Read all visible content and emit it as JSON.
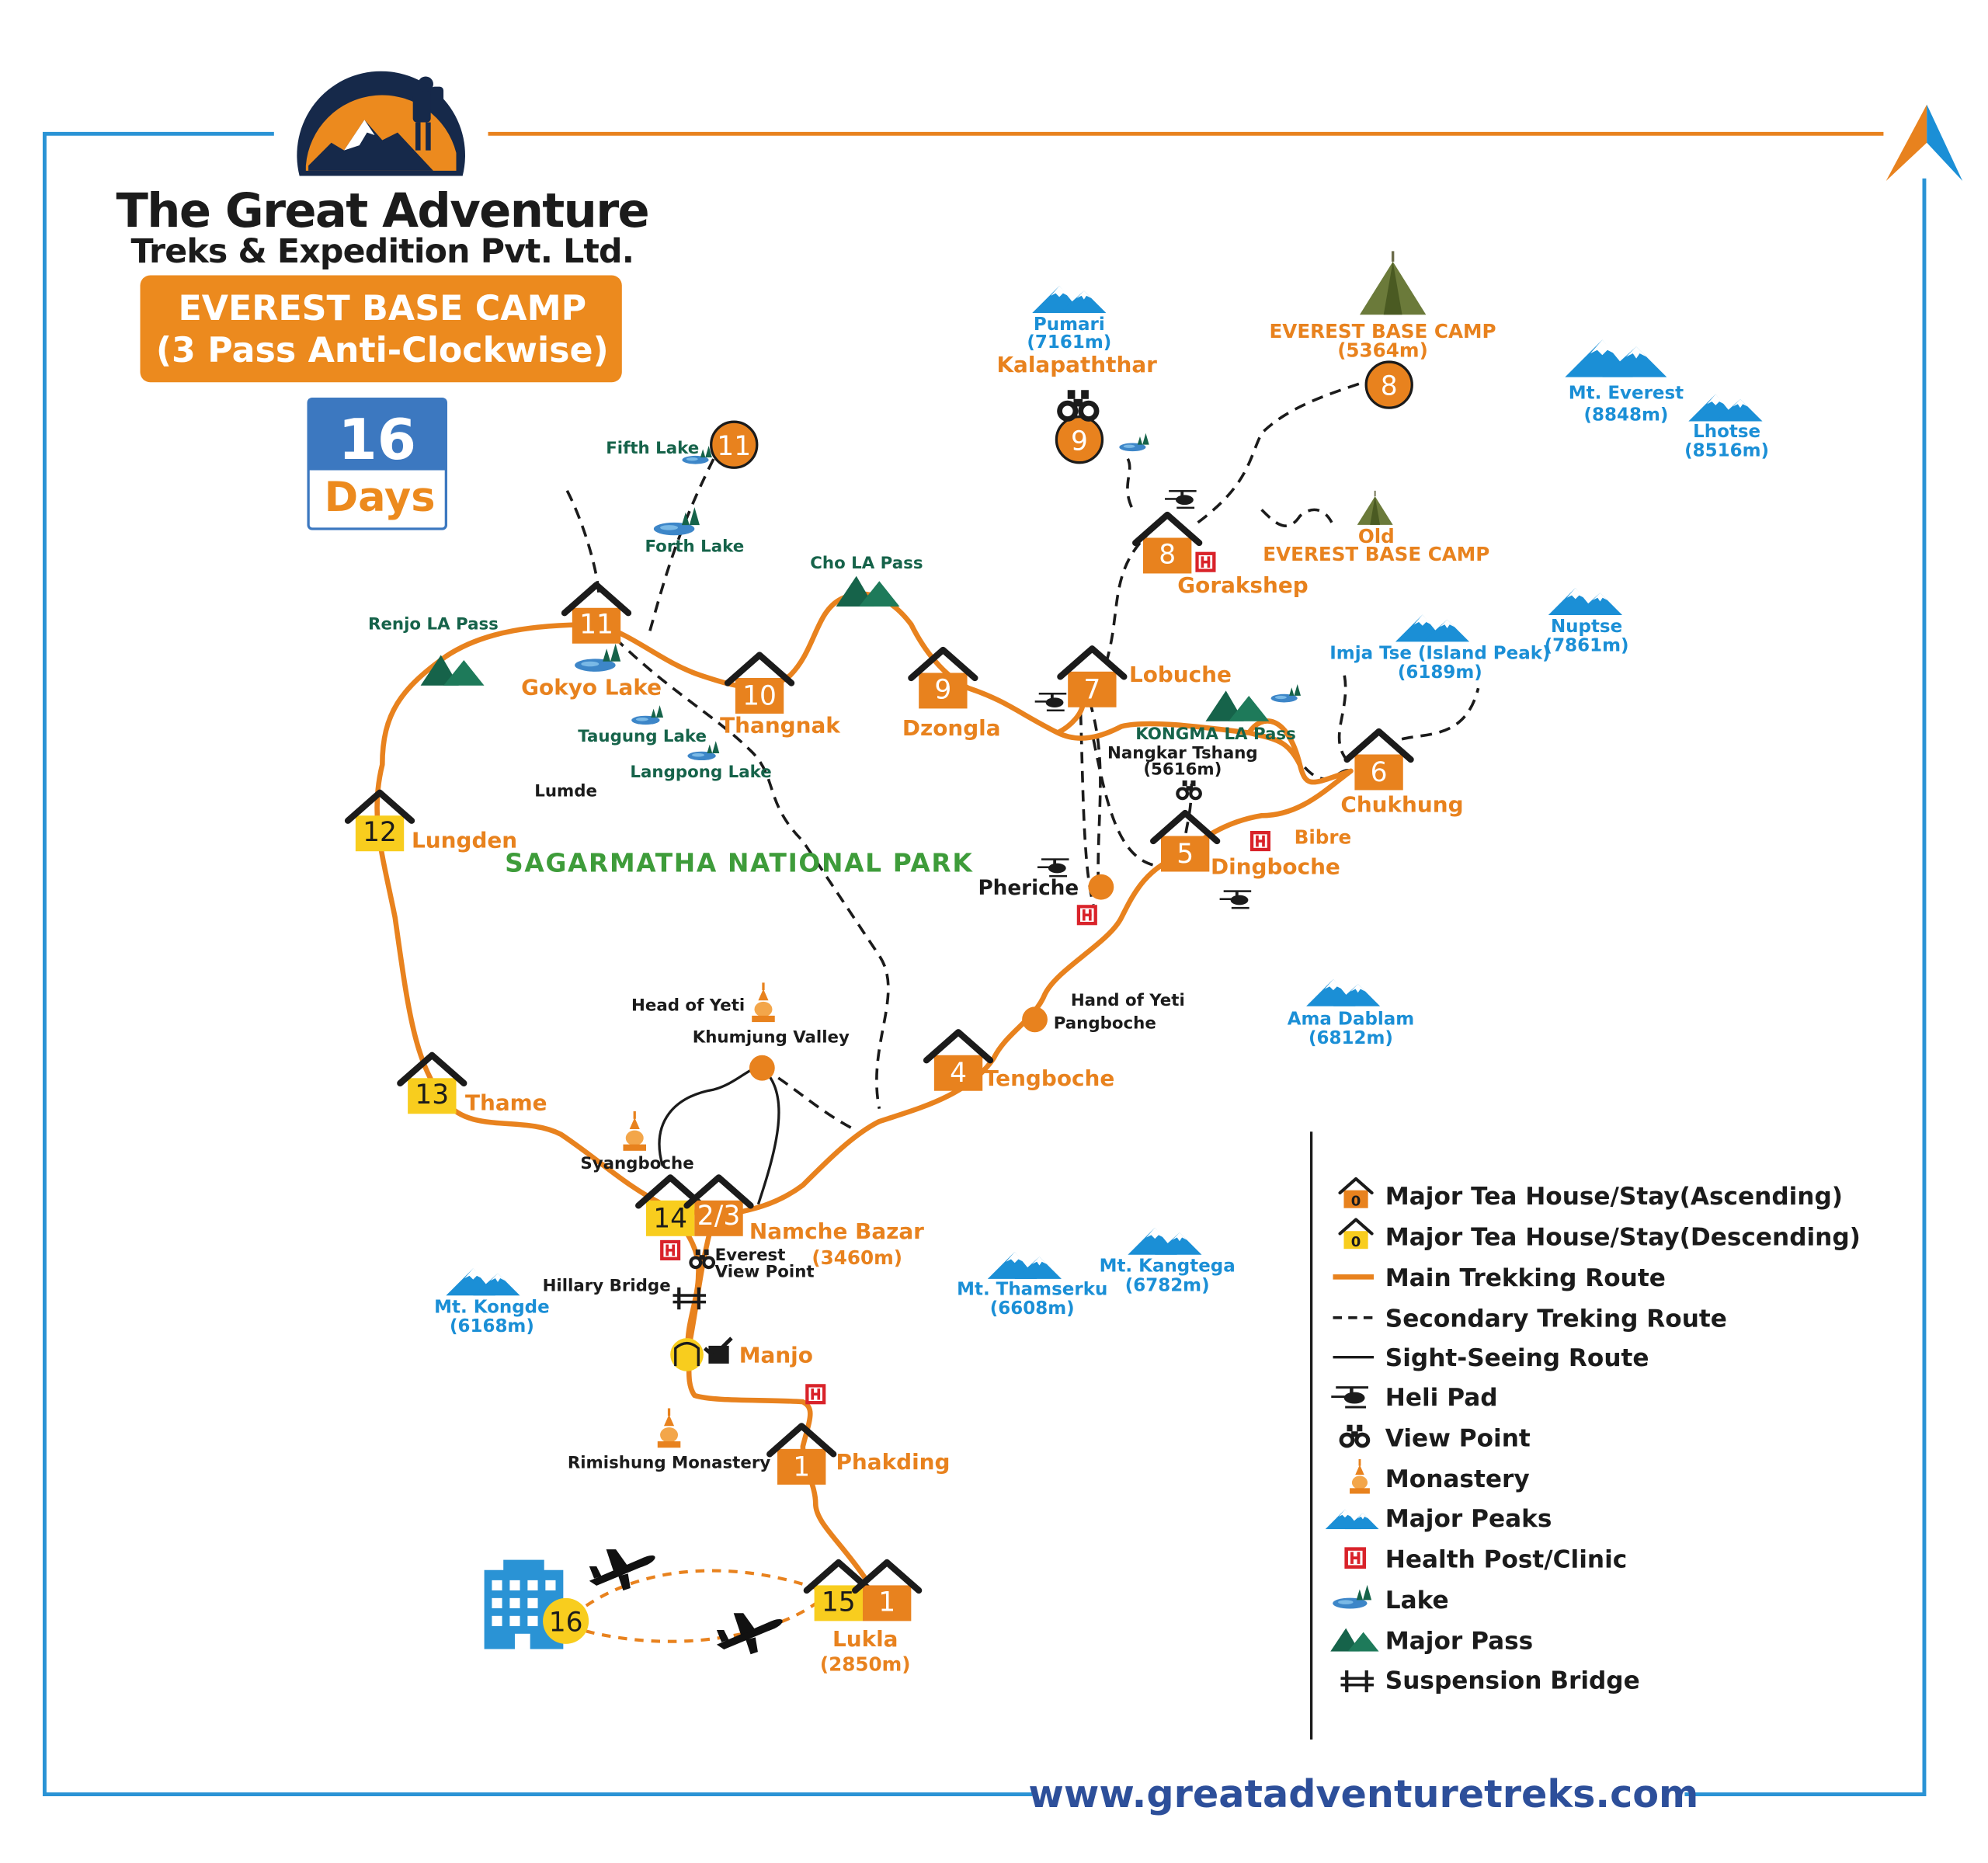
{
  "brand": {
    "name_line1": "The Great Adventure",
    "name_line2": "Treks & Expedition Pvt. Ltd.",
    "title_line1": "EVEREST BASE CAMP",
    "title_line2": "(3 Pass Anti-Clockwise)",
    "days_number": "16",
    "days_label": "Days",
    "website": "www.greatadventuretreks.com"
  },
  "colors": {
    "orange": "#e8821e",
    "yellow": "#f8cd1e",
    "blue": "#1b8fd6",
    "frame_blue": "#2a93d5",
    "green": "#16634a",
    "dark": "#1b1b1b"
  },
  "stops": [
    {
      "id": "s1",
      "num": "1",
      "name": "Phakding",
      "kind": "ascending"
    },
    {
      "id": "s15",
      "num": "15",
      "name": "",
      "kind": "descending"
    },
    {
      "id": "s1b",
      "num": "1",
      "name": "Lukla",
      "kind": "ascending"
    },
    {
      "id": "s14",
      "num": "14",
      "name": "",
      "kind": "descending"
    },
    {
      "id": "s23",
      "num": "2/3",
      "name": "Namche Bazar",
      "kind": "ascending"
    },
    {
      "id": "s4",
      "num": "4",
      "name": "Tengboche",
      "kind": "ascending"
    },
    {
      "id": "s5",
      "num": "5",
      "name": "Dingboche",
      "kind": "ascending"
    },
    {
      "id": "s6",
      "num": "6",
      "name": "Chukhung",
      "kind": "ascending"
    },
    {
      "id": "s7",
      "num": "7",
      "name": "Lobuche",
      "kind": "ascending"
    },
    {
      "id": "s8",
      "num": "8",
      "name": "Gorakshep",
      "kind": "ascending"
    },
    {
      "id": "s9",
      "num": "9",
      "name": "Dzongla",
      "kind": "ascending"
    },
    {
      "id": "s10",
      "num": "10",
      "name": "Thangnak",
      "kind": "ascending"
    },
    {
      "id": "s11",
      "num": "11",
      "name": "Gokyo Lake",
      "kind": "ascending"
    },
    {
      "id": "s12",
      "num": "12",
      "name": "Lungden",
      "kind": "descending"
    },
    {
      "id": "s13",
      "num": "13",
      "name": "Thame",
      "kind": "descending"
    }
  ],
  "circles": [
    {
      "id": "c8",
      "num": "8",
      "name": "EVEREST BASE CAMP",
      "sub": "(5364m)"
    },
    {
      "id": "c9",
      "num": "9",
      "name": "Kalapaththar",
      "sub": ""
    },
    {
      "id": "c11",
      "num": "11",
      "name": "Fifth Lake",
      "sub": ""
    },
    {
      "id": "c16",
      "num": "16",
      "name": "",
      "sub": ""
    }
  ],
  "peaks": [
    {
      "id": "pumari",
      "name": "Pumari",
      "height": "(7161m)"
    },
    {
      "id": "everest",
      "name": "Mt. Everest",
      "height": "(8848m)"
    },
    {
      "id": "lhotse",
      "name": "Lhotse",
      "height": "(8516m)"
    },
    {
      "id": "nuptse",
      "name": "Nuptse",
      "height": "(7861m)"
    },
    {
      "id": "imjatse",
      "name": "Imja Tse (Island Peak)",
      "height": "(6189m)"
    },
    {
      "id": "amadablam",
      "name": "Ama Dablam",
      "height": "(6812m)"
    },
    {
      "id": "kangtega",
      "name": "Mt. Kangtega",
      "height": "(6782m)"
    },
    {
      "id": "thamserku",
      "name": "Mt. Thamserku",
      "height": "(6608m)"
    },
    {
      "id": "kongde",
      "name": "Mt. Kongde",
      "height": "(6168m)"
    }
  ],
  "places": {
    "old_ebc_1": "Old",
    "old_ebc_2": "EVEREST BASE CAMP",
    "forth_lake": "Forth Lake",
    "cho_la": "Cho LA Pass",
    "renjo_la": "Renjo LA Pass",
    "taugung": "Taugung Lake",
    "langpong": "Langpong Lake",
    "lumde": "Lumde",
    "park": "SAGARMATHA  NATIONAL  PARK",
    "kongma": "KONGMA LA Pass",
    "nangkar_1": "Nangkar Tshang",
    "nangkar_2": "(5616m)",
    "bibre": "Bibre",
    "pheriche": "Pheriche",
    "hand_yeti": "Hand of Yeti",
    "pangboche": "Pangboche",
    "head_yeti": "Head of Yeti",
    "khumjung": "Khumjung Valley",
    "syangboche": "Syangboche",
    "namche_alt": "(3460m)",
    "everest_vp_1": "Everest",
    "everest_vp_2": "View Point",
    "hillary": "Hillary Bridge",
    "manjo": "Manjo",
    "rimishung": "Rimishung Monastery",
    "lukla_alt": "(2850m)"
  },
  "legend": [
    {
      "icon": "house-orange-icon",
      "label": "Major Tea House/Stay(Ascending)",
      "sym": "0"
    },
    {
      "icon": "house-yellow-icon",
      "label": "Major Tea House/Stay(Descending)",
      "sym": "0"
    },
    {
      "icon": "main-route-icon",
      "label": "Main Trekking Route"
    },
    {
      "icon": "secondary-route-icon",
      "label": "Secondary Treking Route"
    },
    {
      "icon": "sightseeing-route-icon",
      "label": "Sight-Seeing Route"
    },
    {
      "icon": "helipad-icon",
      "label": "Heli Pad"
    },
    {
      "icon": "binoculars-icon",
      "label": "View Point"
    },
    {
      "icon": "monastery-icon",
      "label": "Monastery"
    },
    {
      "icon": "peak-icon",
      "label": "Major Peaks"
    },
    {
      "icon": "health-post-icon",
      "label": "Health Post/Clinic",
      "sym": "H"
    },
    {
      "icon": "lake-icon",
      "label": "Lake"
    },
    {
      "icon": "pass-icon",
      "label": "Major Pass"
    },
    {
      "icon": "bridge-icon",
      "label": "Suspension Bridge"
    }
  ]
}
